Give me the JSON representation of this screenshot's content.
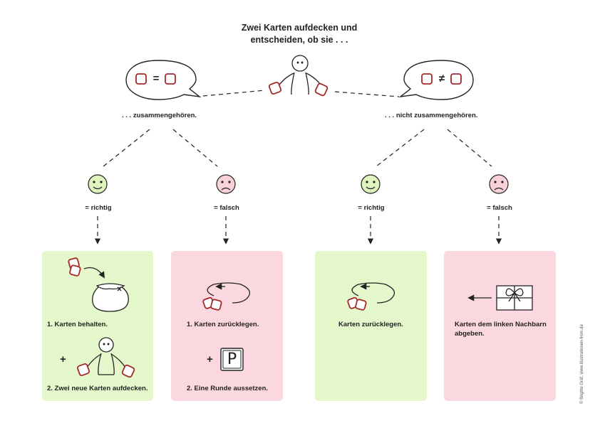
{
  "title": "Zwei Karten aufdecken und entscheiden, ob sie . . .",
  "branches": {
    "left": {
      "label": ". . . zusammengehören.",
      "bubble_symbol": "=",
      "outcomes": [
        {
          "face": "happy",
          "label": "= richtig",
          "color": "#e5f8cc",
          "steps": [
            "1. Karten behalten.",
            "2. Zwei neue Karten aufdecken."
          ],
          "plus": "+"
        },
        {
          "face": "sad",
          "label": "= falsch",
          "color": "#fbd8df",
          "steps": [
            "1. Karten zurücklegen.",
            "2. Eine Runde aussetzen."
          ],
          "plus": "+",
          "sign": "P"
        }
      ]
    },
    "right": {
      "label": ". . . nicht zusammengehören.",
      "bubble_symbol": "≠",
      "outcomes": [
        {
          "face": "happy",
          "label": "= richtig",
          "color": "#e5f8cc",
          "steps": [
            "Karten zurücklegen."
          ]
        },
        {
          "face": "sad",
          "label": "= falsch",
          "color": "#fbd8df",
          "steps": [
            "Karten dem linken Nachbarn abgeben."
          ]
        }
      ]
    }
  },
  "colors": {
    "card_red": "#a52a2a",
    "happy_face": "#dff3bd",
    "sad_face": "#f8d2d8"
  },
  "credit": "© Brigitte Gräf, www.illustrationen-from.de"
}
